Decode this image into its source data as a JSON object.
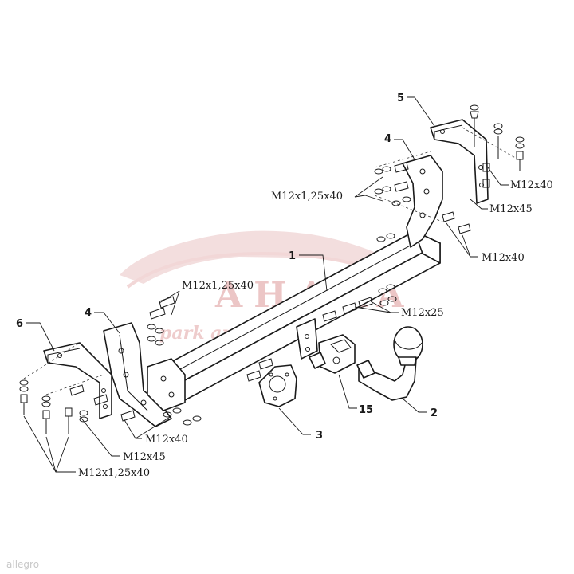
{
  "parts": {
    "p1": "1",
    "p2": "2",
    "p3": "3",
    "p4_left": "4",
    "p4_right": "4",
    "p5": "5",
    "p6": "6",
    "p15": "15"
  },
  "bolts": {
    "m12x125x40_top": "M12x1,25x40",
    "m12x40_top": "M12x40",
    "m12x45_top": "M12x45",
    "m12x40_right": "M12x40",
    "m12x125x40_center": "M12x1,25x40",
    "m12x25": "M12x25",
    "m12x40_bottom": "M12x40",
    "m12x45_bottom": "M12x45",
    "m12x125x40_bottom": "M12x1,25x40"
  },
  "watermark": {
    "brand": "AHAKA",
    "tagline": "park and travel",
    "corner": "allegro"
  },
  "colors": {
    "ink": "#1a1a1a",
    "watermark": "#e6b3b3"
  }
}
